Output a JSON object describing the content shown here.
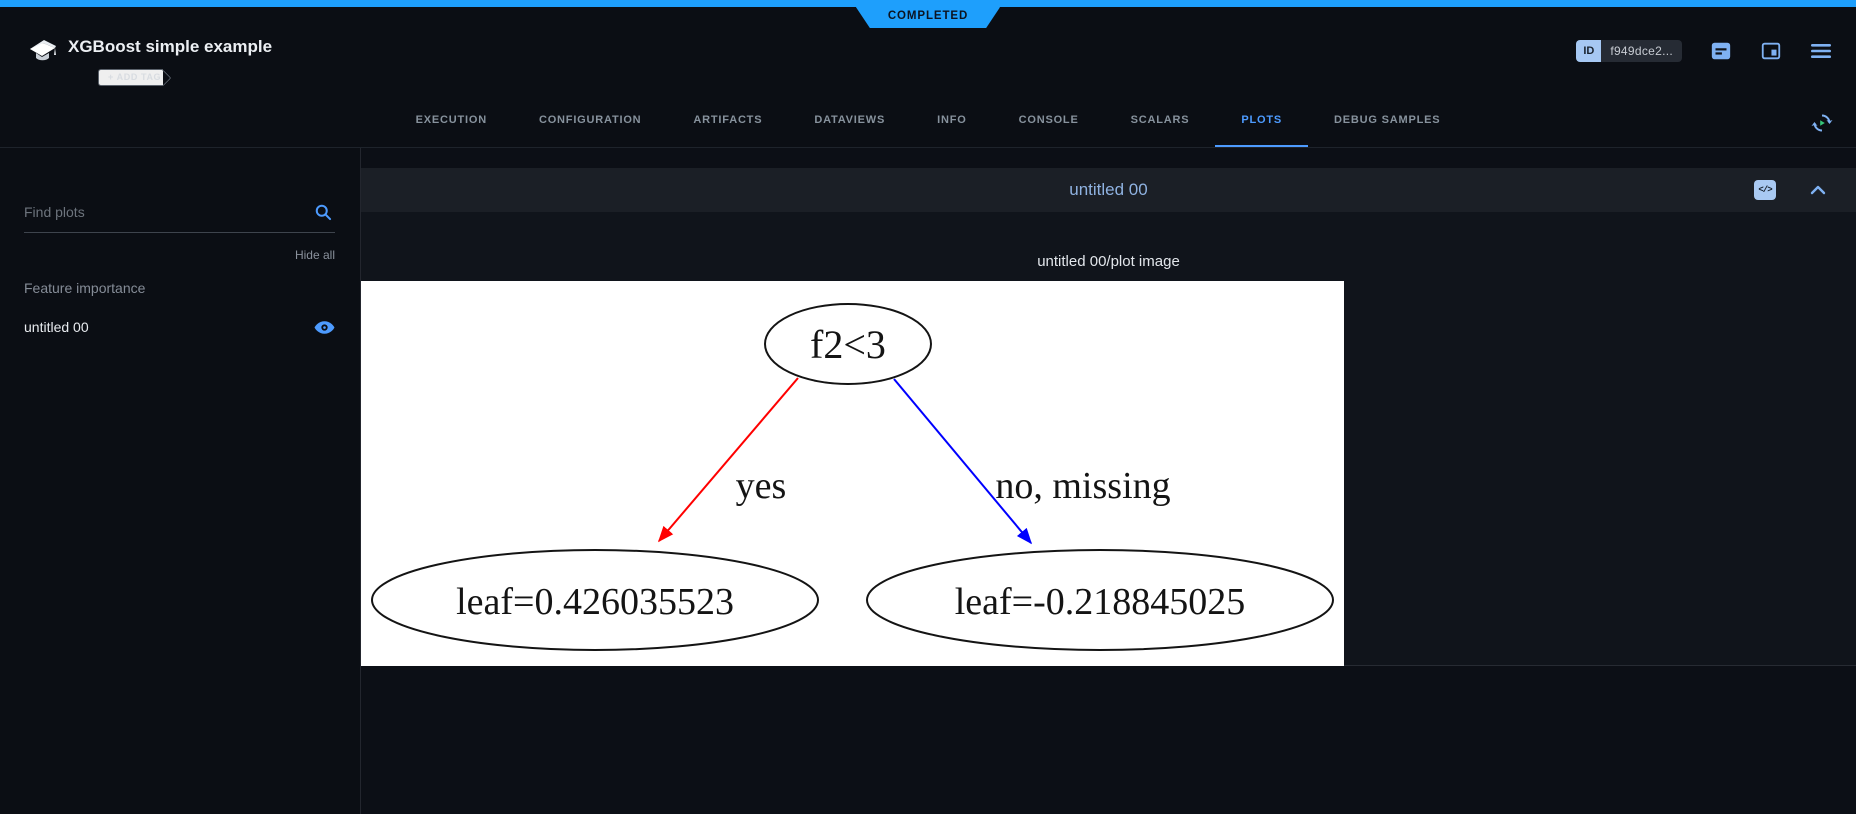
{
  "status": {
    "label": "COMPLETED"
  },
  "header": {
    "experiment_title": "XGBoost simple example",
    "add_tag_label": "+ ADD TAG",
    "id_badge_label": "ID",
    "id_value": "f949dce2..."
  },
  "tabs": {
    "items": [
      {
        "label": "EXECUTION"
      },
      {
        "label": "CONFIGURATION"
      },
      {
        "label": "ARTIFACTS"
      },
      {
        "label": "DATAVIEWS"
      },
      {
        "label": "INFO"
      },
      {
        "label": "CONSOLE"
      },
      {
        "label": "SCALARS"
      },
      {
        "label": "PLOTS"
      },
      {
        "label": "DEBUG SAMPLES"
      }
    ],
    "active_tab": "PLOTS"
  },
  "sidebar": {
    "search_placeholder": "Find plots",
    "hide_all_label": "Hide all",
    "section_label": "Feature importance",
    "plots": [
      {
        "label": "untitled 00"
      }
    ]
  },
  "plot_panel": {
    "title": "untitled 00",
    "embed_glyph": "</>",
    "image_title": "untitled 00/plot image",
    "tree": {
      "root_label": "f2<3",
      "edges": [
        {
          "label": "yes",
          "color": "#ff0000"
        },
        {
          "label": "no, missing",
          "color": "#0000ff"
        }
      ],
      "leaves": [
        {
          "label": "leaf=0.426035523"
        },
        {
          "label": "leaf=-0.218845025"
        }
      ]
    }
  },
  "colors": {
    "accent_blue": "#1e9ffc",
    "active_tab_blue": "#4d9bff",
    "icon_blue": "#7fb1f2",
    "status_text": "#0c1320"
  }
}
